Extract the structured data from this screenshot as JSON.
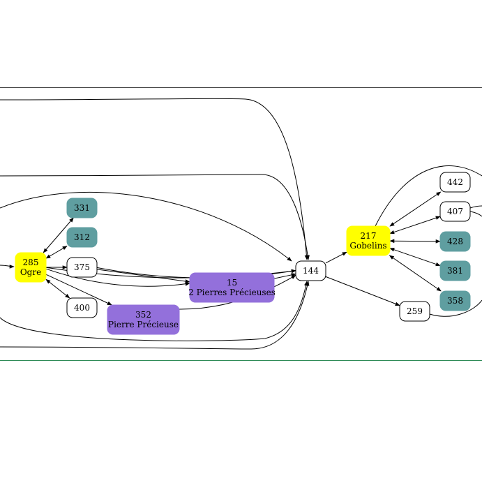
{
  "colors": {
    "yellow": "#ffff00",
    "purple": "#9370db",
    "teal": "#5f9ea0",
    "white": "#ffffff",
    "edge": "#000000",
    "top_rule": "#444444",
    "bottom_rule": "#2e8b57"
  },
  "nodes": [
    {
      "id": "n285",
      "lines": [
        "285",
        "Ogre"
      ],
      "fill": "yellow"
    },
    {
      "id": "n331",
      "lines": [
        "331"
      ],
      "fill": "teal"
    },
    {
      "id": "n312",
      "lines": [
        "312"
      ],
      "fill": "teal"
    },
    {
      "id": "n375",
      "lines": [
        "375"
      ],
      "fill": "white"
    },
    {
      "id": "n400",
      "lines": [
        "400"
      ],
      "fill": "white"
    },
    {
      "id": "n15",
      "lines": [
        "15",
        "2 Pierres Précieuses"
      ],
      "fill": "purple"
    },
    {
      "id": "n352",
      "lines": [
        "352",
        "Pierre Précieuse"
      ],
      "fill": "purple"
    },
    {
      "id": "n144",
      "lines": [
        "144"
      ],
      "fill": "white"
    },
    {
      "id": "n217",
      "lines": [
        "217",
        "Gobelins"
      ],
      "fill": "yellow"
    },
    {
      "id": "n442",
      "lines": [
        "442"
      ],
      "fill": "white"
    },
    {
      "id": "n407",
      "lines": [
        "407"
      ],
      "fill": "white"
    },
    {
      "id": "n428",
      "lines": [
        "428"
      ],
      "fill": "teal"
    },
    {
      "id": "n381",
      "lines": [
        "381"
      ],
      "fill": "teal"
    },
    {
      "id": "n358",
      "lines": [
        "358"
      ],
      "fill": "teal"
    },
    {
      "id": "n259",
      "lines": [
        "259"
      ],
      "fill": "white"
    }
  ],
  "edges": [
    {
      "from": "n285",
      "to": "n331",
      "dir": "both"
    },
    {
      "from": "n285",
      "to": "n312",
      "dir": "both"
    },
    {
      "from": "n285",
      "to": "n375",
      "dir": "forward"
    },
    {
      "from": "n285",
      "to": "n400",
      "dir": "both"
    },
    {
      "from": "n285",
      "to": "n15",
      "dir": "forward"
    },
    {
      "from": "n285",
      "to": "n352",
      "dir": "forward"
    },
    {
      "from": "n285",
      "to": "n144",
      "dir": "forward"
    },
    {
      "from": "n375",
      "to": "n144",
      "dir": "forward"
    },
    {
      "from": "n375",
      "to": "n15",
      "dir": "forward"
    },
    {
      "from": "n15",
      "to": "n144",
      "dir": "forward"
    },
    {
      "from": "n352",
      "to": "n144",
      "dir": "forward"
    },
    {
      "from": "n144",
      "to": "n217",
      "dir": "forward"
    },
    {
      "from": "n144",
      "to": "n259",
      "dir": "forward"
    },
    {
      "from": "n217",
      "to": "n442",
      "dir": "both"
    },
    {
      "from": "n217",
      "to": "n407",
      "dir": "both"
    },
    {
      "from": "n217",
      "to": "n428",
      "dir": "both"
    },
    {
      "from": "n217",
      "to": "n381",
      "dir": "both"
    },
    {
      "from": "n217",
      "to": "n358",
      "dir": "both"
    }
  ]
}
